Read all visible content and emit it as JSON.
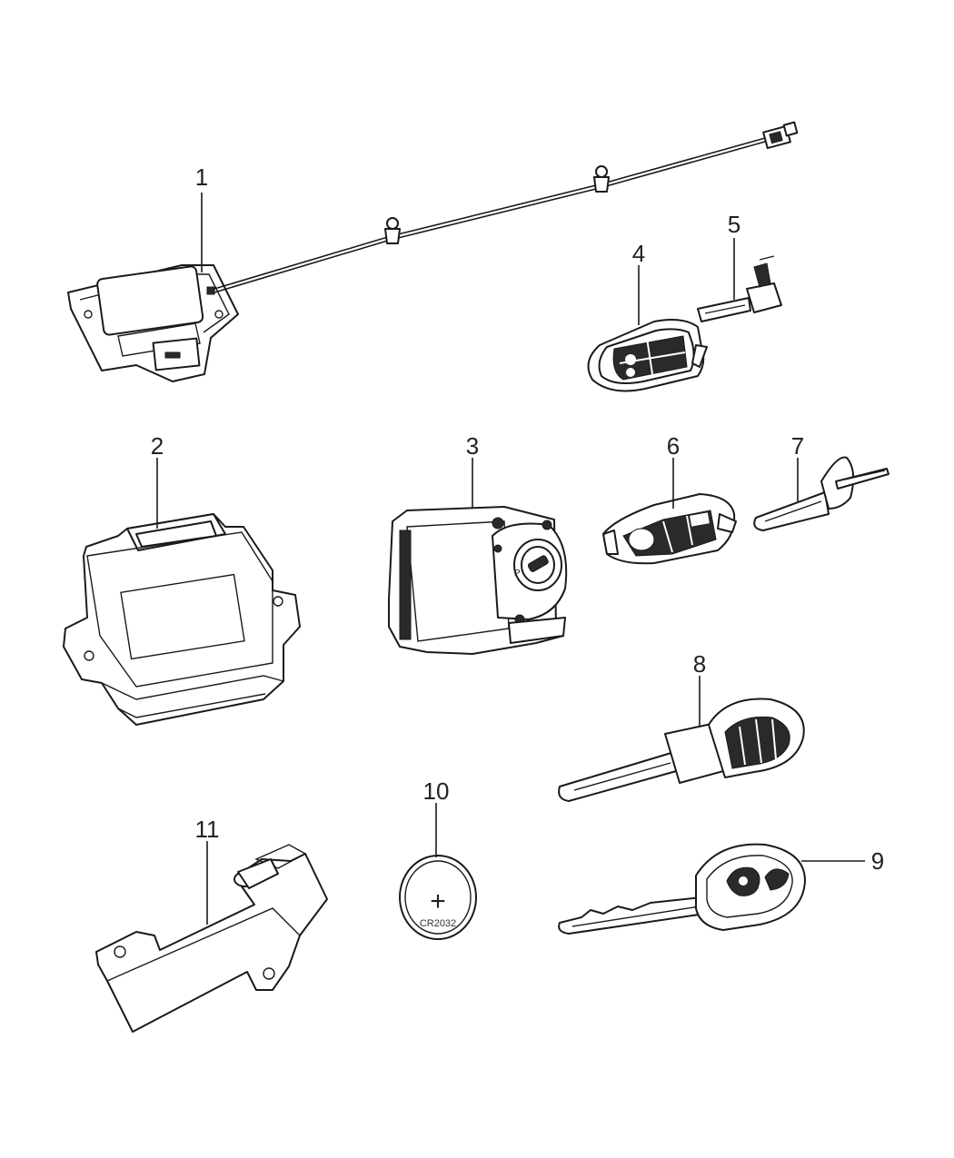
{
  "diagram": {
    "callouts": {
      "c1": "1",
      "c2": "2",
      "c3": "3",
      "c4": "4",
      "c5": "5",
      "c6": "6",
      "c7": "7",
      "c8": "8",
      "c9": "9",
      "c10": "10",
      "c11": "11"
    },
    "battery": {
      "symbol": "+",
      "model": "CR2032"
    }
  }
}
